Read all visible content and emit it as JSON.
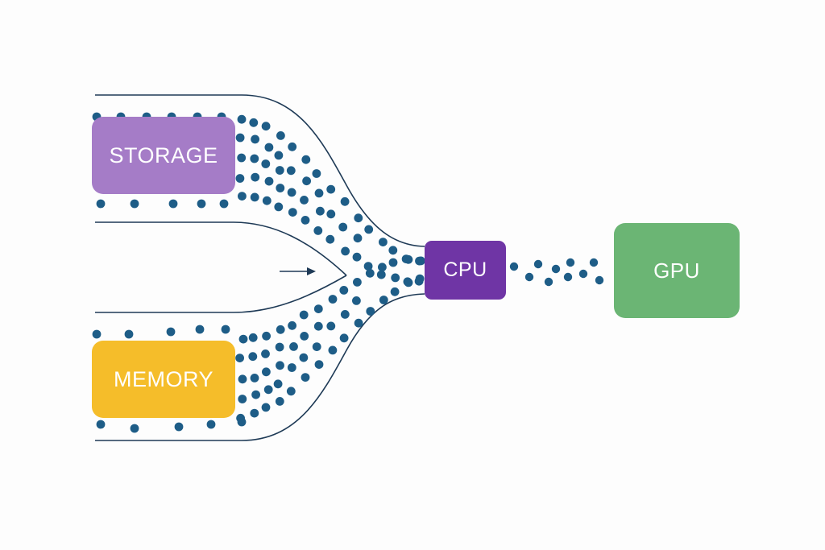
{
  "diagram": {
    "nodes": {
      "storage": {
        "label": "STORAGE",
        "color": "#a57cc7"
      },
      "memory": {
        "label": "MEMORY",
        "color": "#f5bd2a"
      },
      "cpu": {
        "label": "CPU",
        "color": "#6f35a5"
      },
      "gpu": {
        "label": "GPU",
        "color": "#6bb574"
      }
    },
    "colors": {
      "particle": "#1e5d87",
      "pipe_line": "#1e3a56",
      "arrow": "#1e3a56",
      "background": "#fdfdfd"
    },
    "edges": [
      {
        "from": "storage",
        "to": "cpu",
        "style": "funnel-particles"
      },
      {
        "from": "memory",
        "to": "cpu",
        "style": "funnel-particles"
      },
      {
        "from": "cpu",
        "to": "gpu",
        "style": "particle-stream"
      }
    ]
  }
}
